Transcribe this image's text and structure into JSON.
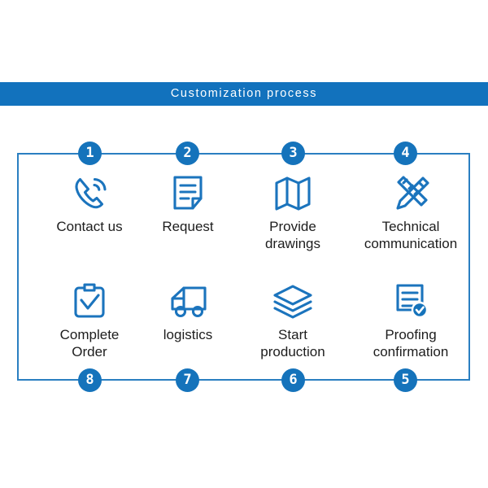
{
  "banner": {
    "title": "Customization process",
    "background": "#1272bd",
    "text_color": "#ffffff"
  },
  "theme": {
    "accent": "#1573bb",
    "frame_border": "#2a7fc1",
    "icon_stroke": "#1b74bd",
    "label_color": "#1d1d1d",
    "background": "#ffffff"
  },
  "steps": [
    {
      "number": "1",
      "label": "Contact us",
      "icon": "phone-ring-icon",
      "row": "top",
      "column": 1
    },
    {
      "number": "2",
      "label": "Request",
      "icon": "document-note-icon",
      "row": "top",
      "column": 2
    },
    {
      "number": "3",
      "label": "Provide\ndrawings",
      "icon": "folded-map-icon",
      "row": "top",
      "column": 3
    },
    {
      "number": "4",
      "label": "Technical\ncommunication",
      "icon": "pencil-ruler-icon",
      "row": "top",
      "column": 4
    },
    {
      "number": "8",
      "label": "Complete\nOrder",
      "icon": "clipboard-check-icon",
      "row": "bottom",
      "column": 1
    },
    {
      "number": "7",
      "label": "logistics",
      "icon": "delivery-truck-icon",
      "row": "bottom",
      "column": 2
    },
    {
      "number": "6",
      "label": "Start\nproduction",
      "icon": "layers-stack-icon",
      "row": "bottom",
      "column": 3
    },
    {
      "number": "5",
      "label": "Proofing\nconfirmation",
      "icon": "checklist-verified-icon",
      "row": "bottom",
      "column": 4
    }
  ]
}
